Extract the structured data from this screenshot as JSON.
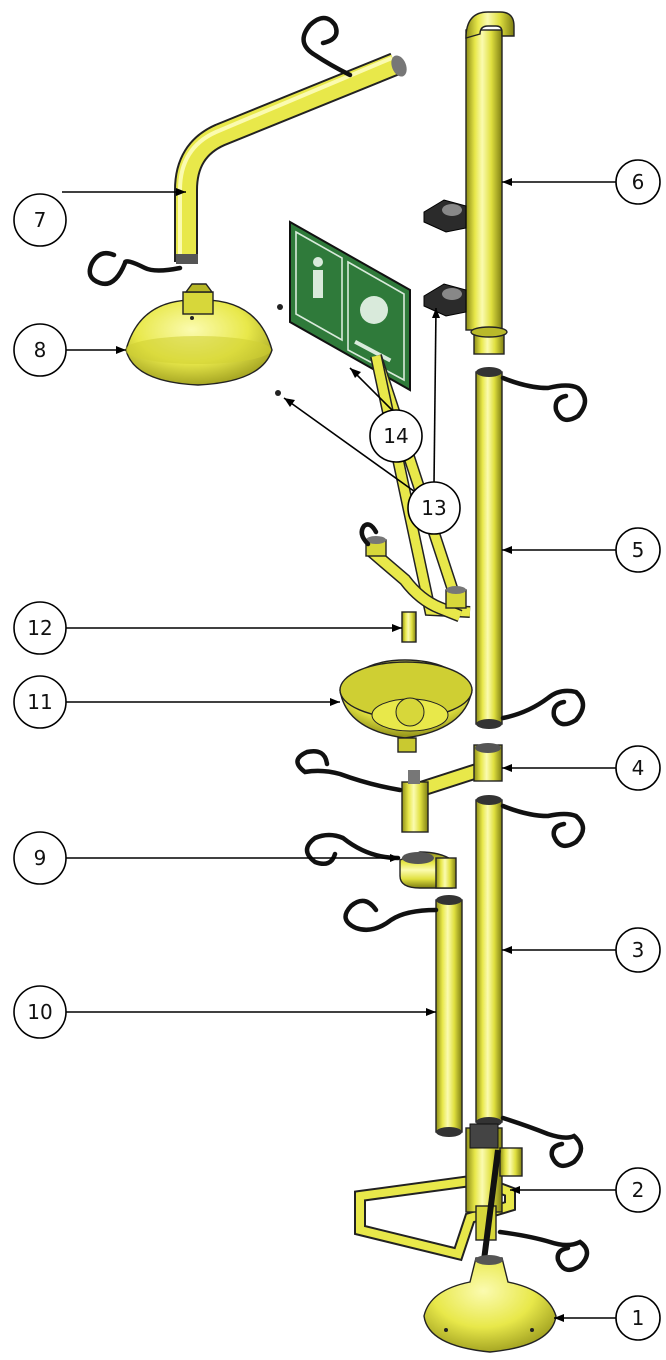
{
  "diagram": {
    "callouts": [
      {
        "id": "1",
        "label": "1"
      },
      {
        "id": "2",
        "label": "2"
      },
      {
        "id": "3",
        "label": "3"
      },
      {
        "id": "4",
        "label": "4"
      },
      {
        "id": "5",
        "label": "5"
      },
      {
        "id": "6",
        "label": "6"
      },
      {
        "id": "7",
        "label": "7"
      },
      {
        "id": "8",
        "label": "8"
      },
      {
        "id": "9",
        "label": "9"
      },
      {
        "id": "10",
        "label": "10"
      },
      {
        "id": "11",
        "label": "11"
      },
      {
        "id": "12",
        "label": "12"
      },
      {
        "id": "13",
        "label": "13"
      },
      {
        "id": "14",
        "label": "14"
      }
    ],
    "colors": {
      "part_yellow": "#e8e84a",
      "part_shadow": "#9a9a1c",
      "part_highlight": "#f8f8a0",
      "sign_green": "#2f7a3a",
      "bracket_dark": "#2b2b2b",
      "leader_black": "#000000"
    }
  }
}
